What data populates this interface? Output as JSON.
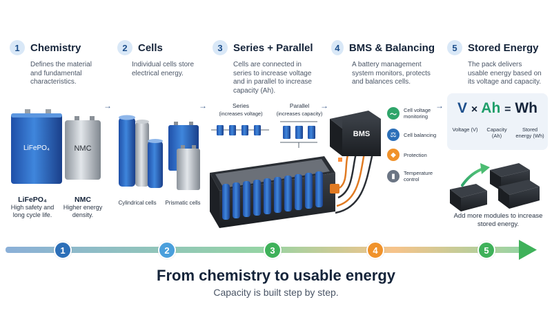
{
  "steps": [
    {
      "num": "1",
      "title": "Chemistry",
      "desc": "Defines the material and fundamental characteristics."
    },
    {
      "num": "2",
      "title": "Cells",
      "desc": "Individual cells store electrical energy."
    },
    {
      "num": "3",
      "title": "Series + Parallel",
      "desc": "Cells are connected in series to increase voltage and in parallel to increase capacity (Ah)."
    },
    {
      "num": "4",
      "title": "BMS & Balancing",
      "desc": "A battery management system monitors, protects and balances cells."
    },
    {
      "num": "5",
      "title": "Stored Energy",
      "desc": "The pack delivers usable energy based on its voltage and capacity."
    }
  ],
  "arrow_glyph": "→",
  "chemistry": {
    "cell1_print": "LiFePO₄",
    "cell2_print": "NMC",
    "lfp_name": "LiFePO₄",
    "lfp_desc": "High safety and long cycle life.",
    "nmc_name": "NMC",
    "nmc_desc": "Higher energy density."
  },
  "cells": {
    "cylindrical": "Cylindrical cells",
    "prismatic": "Prismatic cells"
  },
  "wiring": {
    "series": "Series",
    "series_note": "(increases voltage)",
    "parallel": "Parallel",
    "parallel_note": "(increases capacity)"
  },
  "bms": {
    "box_label": "BMS",
    "items": [
      {
        "label": "Cell voltage monitoring",
        "color": "#2fa56a"
      },
      {
        "label": "Cell balancing",
        "color": "#2c6fb8"
      },
      {
        "label": "Protection",
        "color": "#f0922b"
      },
      {
        "label": "Temperature control",
        "color": "#6b7584"
      }
    ]
  },
  "formula": {
    "v": "V",
    "times": "×",
    "ah": "Ah",
    "eq": "=",
    "wh": "Wh",
    "v_label": "Voltage (V)",
    "ah_label": "Capacity (Ah)",
    "wh_label": "Stored energy (Wh)"
  },
  "modules_note": "Add more modules to increase stored energy.",
  "timeline": {
    "numbers": [
      "1",
      "2",
      "3",
      "4",
      "5"
    ],
    "colors": [
      "#2c6fb8",
      "#4a9fdc",
      "#3fb15a",
      "#f0922b",
      "#3fb15a"
    ]
  },
  "footer": {
    "title": "From chemistry to usable energy",
    "subtitle": "Capacity is built step by step."
  }
}
